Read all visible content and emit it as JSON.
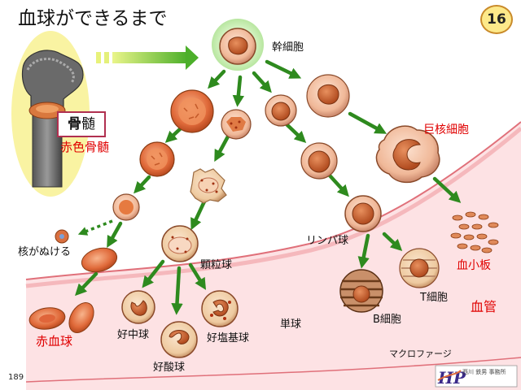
{
  "title": "血球ができるまで",
  "page_badge": "16",
  "page_number": "189",
  "bone_marrow": {
    "box_bold": "骨",
    "box_rest": "髄",
    "red_label": "赤色骨髄"
  },
  "cells": {
    "stem": "幹細胞",
    "megakaryocyte": "巨核細胞",
    "platelet": "血小板",
    "lymphocyte": "リンパ球",
    "granulocyte": "顆粒球",
    "enucleation": "核がぬける",
    "rbc": "赤血球",
    "neutrophil": "好中球",
    "eosinophil": "好酸球",
    "basophil": "好塩基球",
    "monocyte": "単球",
    "b_cell": "B細胞",
    "t_cell": "T細胞",
    "macrophage": "マクロファージ",
    "blood_vessel": "血管"
  },
  "publisher_logo": {
    "mark": "HP",
    "text": "西川 鉄男 事務所"
  },
  "colors": {
    "vessel_fill": "#fde2e4",
    "vessel_stroke": "#e0707a",
    "arrow_green": "#2e8a1e",
    "cell_orange": "#e8a07a",
    "nucleus": "#c85a2a",
    "red_text": "#e00000",
    "badge_fill": "#fde98a",
    "bone_bg": "#f9f3a2"
  }
}
